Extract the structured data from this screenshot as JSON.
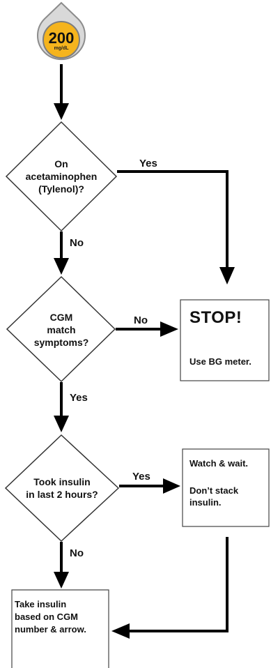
{
  "meter": {
    "value": "200",
    "unit": "mg/dL"
  },
  "decisions": [
    {
      "text": "On acetaminophen (Tylenol)?",
      "lines": [
        "On",
        "acetaminophen",
        "(Tylenol)?"
      ]
    },
    {
      "text": "CGM match symptoms?",
      "lines": [
        "CGM",
        "match",
        "symptoms?"
      ]
    },
    {
      "text": "Took insulin in last 2 hours?",
      "lines": [
        "Took insulin",
        "in last 2 hours?"
      ]
    }
  ],
  "edges": {
    "d1_yes": "Yes",
    "d1_no": "No",
    "d2_no": "No",
    "d2_yes": "Yes",
    "d3_yes": "Yes",
    "d3_no": "No"
  },
  "stop_box": {
    "title": "STOP!",
    "body": "Use BG meter."
  },
  "wait_box": {
    "line1": "Watch & wait.",
    "line2": "Don’t stack",
    "line3": "insulin."
  },
  "take_box": {
    "line1": "Take insulin",
    "line2": "based on CGM",
    "line3": "number & arrow."
  },
  "colors": {
    "badge_fill": "#F5B41D",
    "badge_ring": "#9A9A9A",
    "line": "#000000",
    "box_border": "#444444"
  }
}
